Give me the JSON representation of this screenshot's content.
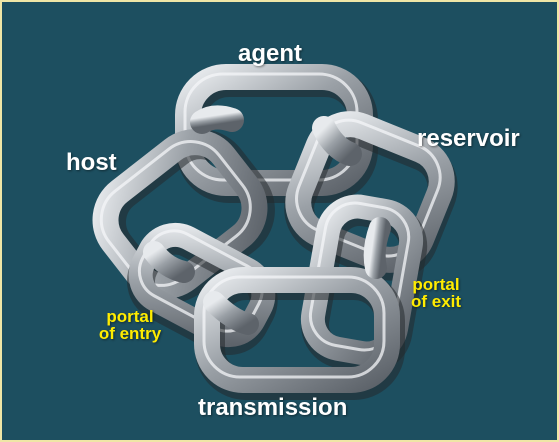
{
  "slide": {
    "background_color": "#1d4f60",
    "border_color": "#efe6a6",
    "link_color": "#9ba1a7"
  },
  "labels": {
    "agent": "agent",
    "reservoir": "reservoir",
    "host": "host",
    "transmission": "transmission",
    "portal_of_exit": [
      "portal",
      "of exit"
    ],
    "portal_of_entry": [
      "portal",
      "of entry"
    ]
  },
  "label_colors": {
    "main": "#ffffff",
    "portal": "#ffec00"
  }
}
